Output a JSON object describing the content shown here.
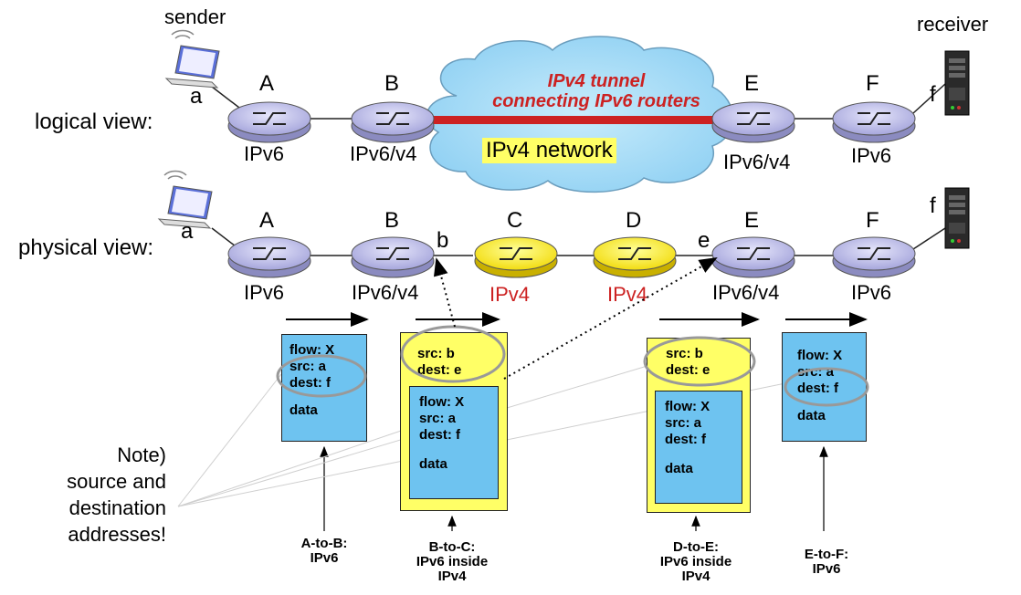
{
  "top": {
    "sender": "sender",
    "receiver": "receiver",
    "logical_view": "logical view:",
    "physical_view": "physical view:"
  },
  "routers_logical": [
    {
      "letter": "A",
      "proto": "IPv6"
    },
    {
      "letter": "B",
      "proto": "IPv6/v4"
    },
    {
      "letter": "E",
      "proto": "IPv6/v4"
    },
    {
      "letter": "F",
      "proto": "IPv6"
    }
  ],
  "routers_physical": [
    {
      "letter": "A",
      "proto": "IPv6"
    },
    {
      "letter": "B",
      "proto": "IPv6/v4"
    },
    {
      "letter": "C",
      "proto": "IPv4"
    },
    {
      "letter": "D",
      "proto": "IPv4"
    },
    {
      "letter": "E",
      "proto": "IPv6/v4"
    },
    {
      "letter": "F",
      "proto": "IPv6"
    }
  ],
  "interfaces": {
    "a": "a",
    "b": "b",
    "e": "e",
    "f": "f"
  },
  "cloud": {
    "tunnel_line1": "IPv4 tunnel",
    "tunnel_line2": "connecting IPv6 routers",
    "network_label": "IPv4 network"
  },
  "packets": {
    "ab": {
      "flow": "flow: X",
      "src": "src: a",
      "dest": "dest: f",
      "data": "data"
    },
    "bc": {
      "outer_src": "src: b",
      "outer_dest": "dest: e",
      "flow": "flow: X",
      "src": "src: a",
      "dest": "dest: f",
      "data": "data"
    },
    "de": {
      "outer_src": "src: b",
      "outer_dest": "dest: e",
      "flow": "flow: X",
      "src": "src: a",
      "dest": "dest: f",
      "data": "data"
    },
    "ef": {
      "flow": "flow: X",
      "src": "src: a",
      "dest": "dest: f",
      "data": "data"
    }
  },
  "captions": {
    "ab_1": "A-to-B:",
    "ab_2": "IPv6",
    "bc_1": "B-to-C:",
    "bc_2": "IPv6 inside",
    "bc_3": "IPv4",
    "de_1": "D-to-E:",
    "de_2": "IPv6 inside",
    "de_3": "IPv4",
    "ef_1": "E-to-F:",
    "ef_2": "IPv6"
  },
  "note": {
    "line1": "Note)",
    "line2": "source and",
    "line3": "destination",
    "line4": "addresses!"
  },
  "colors": {
    "ipv6_router": "#b9b9e8",
    "ipv4_router": "#ffee22",
    "ipv4_label": "#cc2222",
    "tunnel": "#cc2222",
    "cloud": "#9fd7f5",
    "packet_blue": "#6ec3f0",
    "packet_yellow": "#ffff66"
  }
}
